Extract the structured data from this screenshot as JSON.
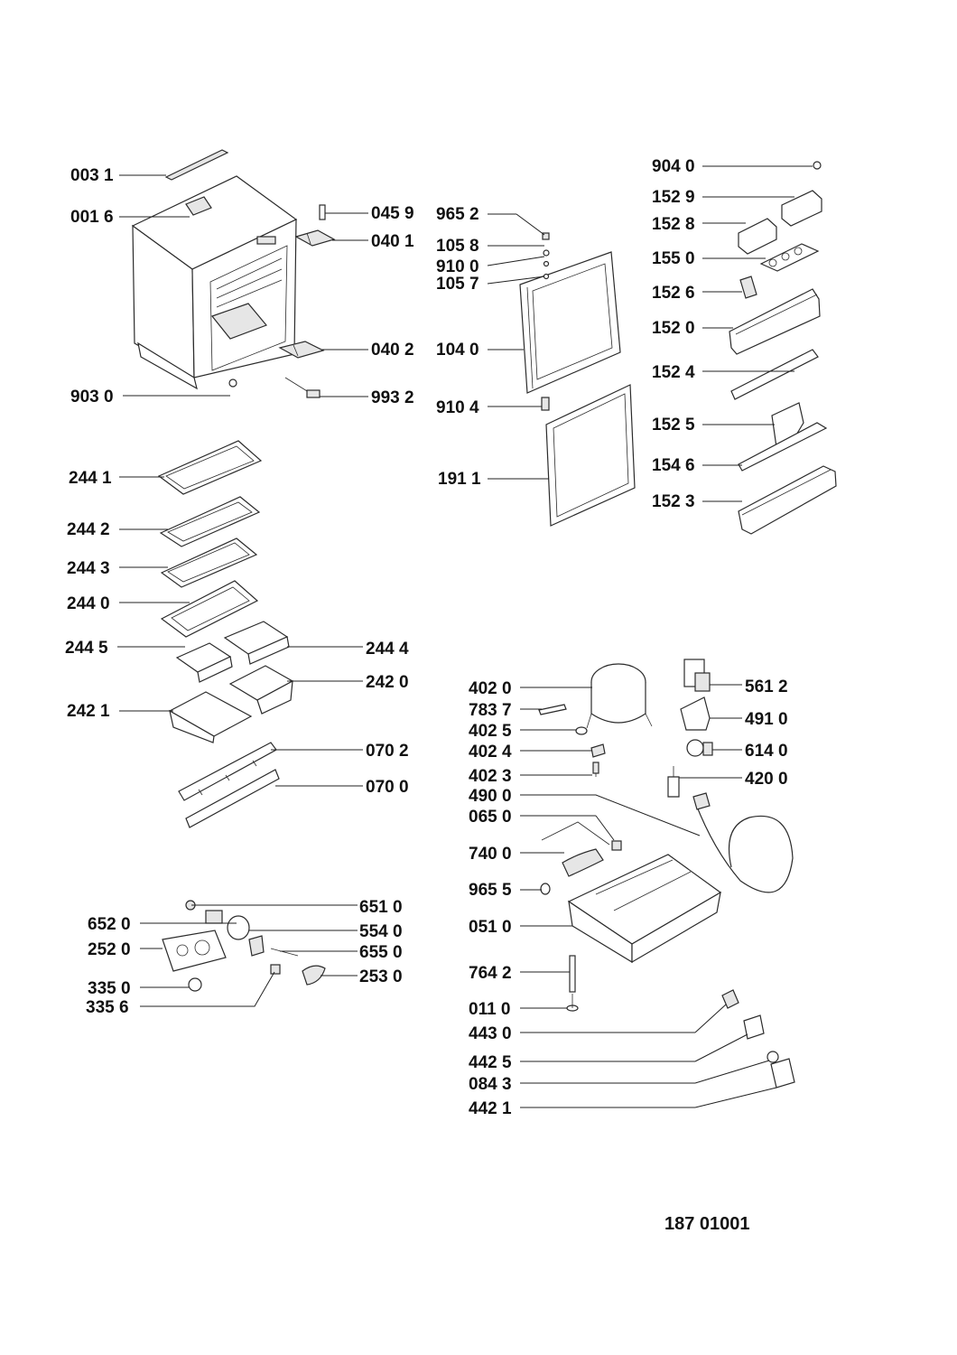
{
  "document": {
    "code": "187 01001"
  },
  "callouts": [
    {
      "id": "c-0031",
      "text": "003 1"
    },
    {
      "id": "c-0016",
      "text": "001 6"
    },
    {
      "id": "c-0459",
      "text": "045 9"
    },
    {
      "id": "c-0401",
      "text": "040 1"
    },
    {
      "id": "c-0402",
      "text": "040 2"
    },
    {
      "id": "c-9030",
      "text": "903 0"
    },
    {
      "id": "c-9932",
      "text": "993 2"
    },
    {
      "id": "c-9652",
      "text": "965 2"
    },
    {
      "id": "c-1058",
      "text": "105 8"
    },
    {
      "id": "c-9100",
      "text": "910 0"
    },
    {
      "id": "c-1057",
      "text": "105 7"
    },
    {
      "id": "c-1040",
      "text": "104 0"
    },
    {
      "id": "c-9104",
      "text": "910 4"
    },
    {
      "id": "c-1911",
      "text": "191 1"
    },
    {
      "id": "c-9040",
      "text": "904 0"
    },
    {
      "id": "c-1529",
      "text": "152 9"
    },
    {
      "id": "c-1528",
      "text": "152 8"
    },
    {
      "id": "c-1550",
      "text": "155 0"
    },
    {
      "id": "c-1526",
      "text": "152 6"
    },
    {
      "id": "c-1520",
      "text": "152 0"
    },
    {
      "id": "c-1524",
      "text": "152 4"
    },
    {
      "id": "c-1525",
      "text": "152 5"
    },
    {
      "id": "c-1546",
      "text": "154 6"
    },
    {
      "id": "c-1523",
      "text": "152 3"
    },
    {
      "id": "c-2441",
      "text": "244 1"
    },
    {
      "id": "c-2442",
      "text": "244 2"
    },
    {
      "id": "c-2443",
      "text": "244 3"
    },
    {
      "id": "c-2440",
      "text": "244 0"
    },
    {
      "id": "c-2445",
      "text": "244 5"
    },
    {
      "id": "c-2444",
      "text": "244 4"
    },
    {
      "id": "c-2420",
      "text": "242 0"
    },
    {
      "id": "c-2421",
      "text": "242 1"
    },
    {
      "id": "c-0702",
      "text": "070 2"
    },
    {
      "id": "c-0700",
      "text": "070 0"
    },
    {
      "id": "c-4020",
      "text": "402 0"
    },
    {
      "id": "c-7837",
      "text": "783 7"
    },
    {
      "id": "c-4025",
      "text": "402 5"
    },
    {
      "id": "c-4024",
      "text": "402 4"
    },
    {
      "id": "c-4023",
      "text": "402 3"
    },
    {
      "id": "c-4900",
      "text": "490 0"
    },
    {
      "id": "c-0650",
      "text": "065 0"
    },
    {
      "id": "c-7400",
      "text": "740 0"
    },
    {
      "id": "c-9655",
      "text": "965 5"
    },
    {
      "id": "c-0510",
      "text": "051 0"
    },
    {
      "id": "c-7642",
      "text": "764 2"
    },
    {
      "id": "c-0110",
      "text": "011 0"
    },
    {
      "id": "c-4430",
      "text": "443 0"
    },
    {
      "id": "c-4425",
      "text": "442 5"
    },
    {
      "id": "c-0843",
      "text": "084 3"
    },
    {
      "id": "c-4421",
      "text": "442 1"
    },
    {
      "id": "c-5612",
      "text": "561 2"
    },
    {
      "id": "c-4910",
      "text": "491 0"
    },
    {
      "id": "c-6140",
      "text": "614 0"
    },
    {
      "id": "c-4200",
      "text": "420 0"
    },
    {
      "id": "c-6510",
      "text": "651 0"
    },
    {
      "id": "c-6520",
      "text": "652 0"
    },
    {
      "id": "c-5540",
      "text": "554 0"
    },
    {
      "id": "c-2520",
      "text": "252 0"
    },
    {
      "id": "c-6550",
      "text": "655 0"
    },
    {
      "id": "c-3350",
      "text": "335 0"
    },
    {
      "id": "c-2530",
      "text": "253 0"
    },
    {
      "id": "c-3356",
      "text": "335 6"
    }
  ]
}
